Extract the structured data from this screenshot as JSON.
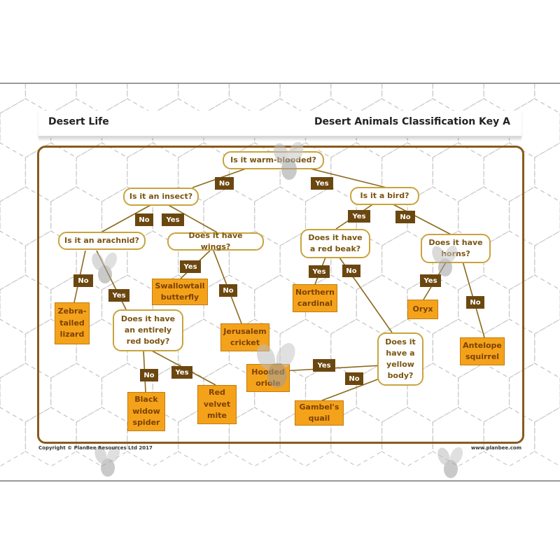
{
  "header": {
    "left_title": "Desert Life",
    "right_title": "Desert Animals Classification Key A"
  },
  "questions": {
    "warm_blooded": "Is it warm-blooded?",
    "insect": "Is it an insect?",
    "bird": "Is it a bird?",
    "arachnid": "Is it an arachnid?",
    "wings": "Does it have wings?",
    "red_beak": "Does it have a red beak?",
    "horns": "Does it have horns?",
    "red_body": "Does it have an entirely red body?",
    "yellow_body": "Does it have a yellow body?"
  },
  "answers": {
    "zebra_tailed_lizard": "Zebra-tailed lizard",
    "swallowtail_butterfly": "Swallowtail butterfly",
    "jerusalem_cricket": "Jerusalem cricket",
    "black_widow_spider": "Black widow spider",
    "red_velvet_mite": "Red velvet mite",
    "northern_cardinal": "Northern cardinal",
    "oryx": "Oryx",
    "antelope_squirrel": "Antelope squirrel",
    "hooded_oriole": "Hooded oriole",
    "gambels_quail": "Gambel's quail"
  },
  "branch_labels": {
    "yes": "Yes",
    "no": "No"
  },
  "footer": {
    "copyright": "Copyright © PlanBee Resources Ltd 2017",
    "website": "www.planbee.com"
  },
  "colors": {
    "frame": "#8a5a1c",
    "question_border": "#c9a33c",
    "answer_fill": "#f5a21b",
    "label_fill": "#6b4710",
    "connector": "#8a6a1c"
  }
}
